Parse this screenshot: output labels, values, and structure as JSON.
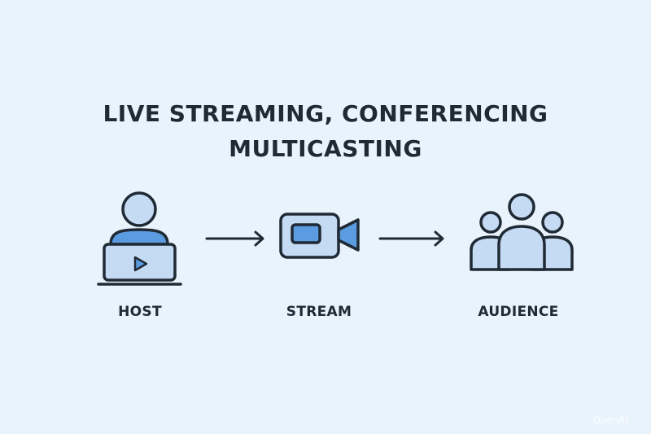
{
  "title": {
    "line1": "LIVE STREAMING, CONFERENCING",
    "line2": "MULTICASTING"
  },
  "nodes": [
    {
      "label": "HOST",
      "icon": "person-laptop-icon"
    },
    {
      "label": "STREAM",
      "icon": "video-camera-icon"
    },
    {
      "label": "AUDIENCE",
      "icon": "people-group-icon"
    }
  ],
  "colors": {
    "background": "#e9f3fc",
    "stroke": "#1f2a35",
    "fill_light": "#c5daf3",
    "fill_accent": "#5b9be0"
  },
  "watermark": "OpenAI"
}
